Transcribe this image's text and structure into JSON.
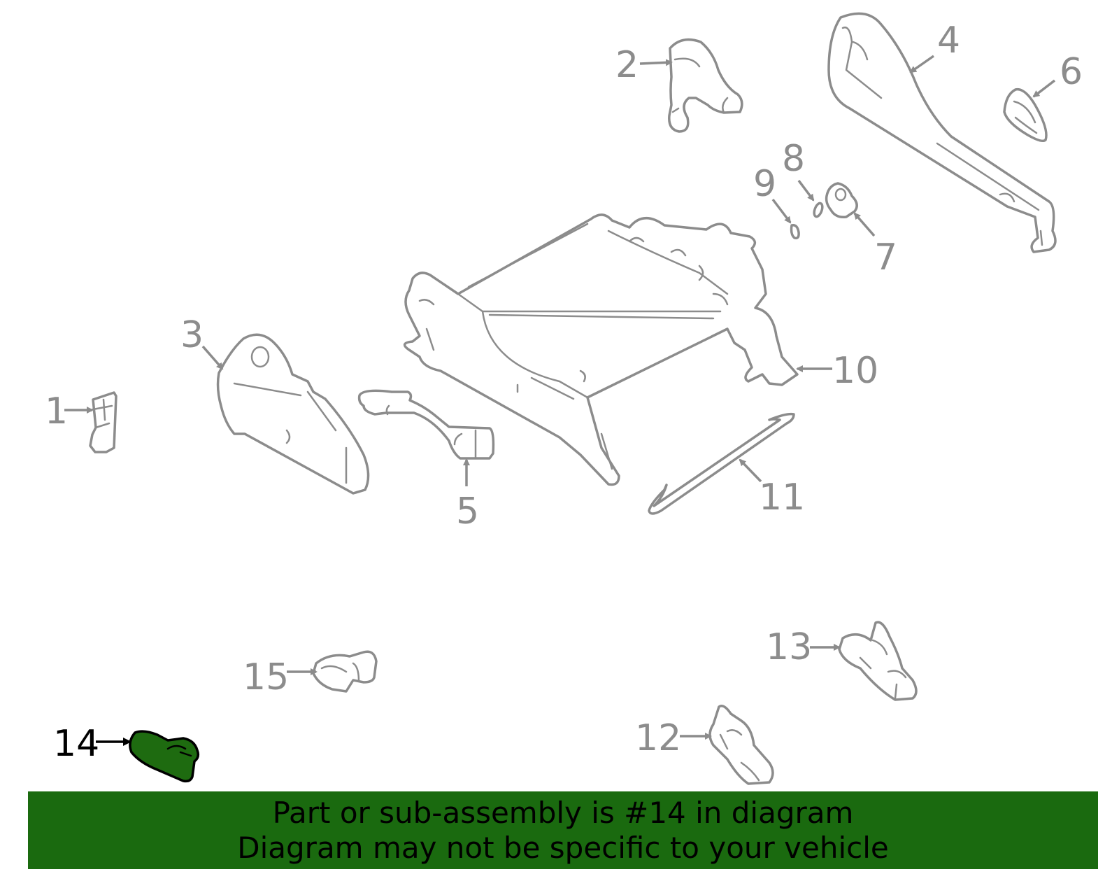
{
  "diagram": {
    "callouts": {
      "c1": "1",
      "c2": "2",
      "c3": "3",
      "c4": "4",
      "c5": "5",
      "c6": "6",
      "c7": "7",
      "c8": "8",
      "c9": "9",
      "c10": "10",
      "c11": "11",
      "c12": "12",
      "c13": "13",
      "c14": "14",
      "c15": "15"
    },
    "selected_part": "14",
    "colors": {
      "outline": "#8c8c8c",
      "selected_fill": "#1e6b10",
      "banner": "#1a6a0f"
    }
  },
  "banner": {
    "line1": "Part or sub-assembly is #14 in diagram",
    "line2": "Diagram may not be specific to your vehicle"
  }
}
